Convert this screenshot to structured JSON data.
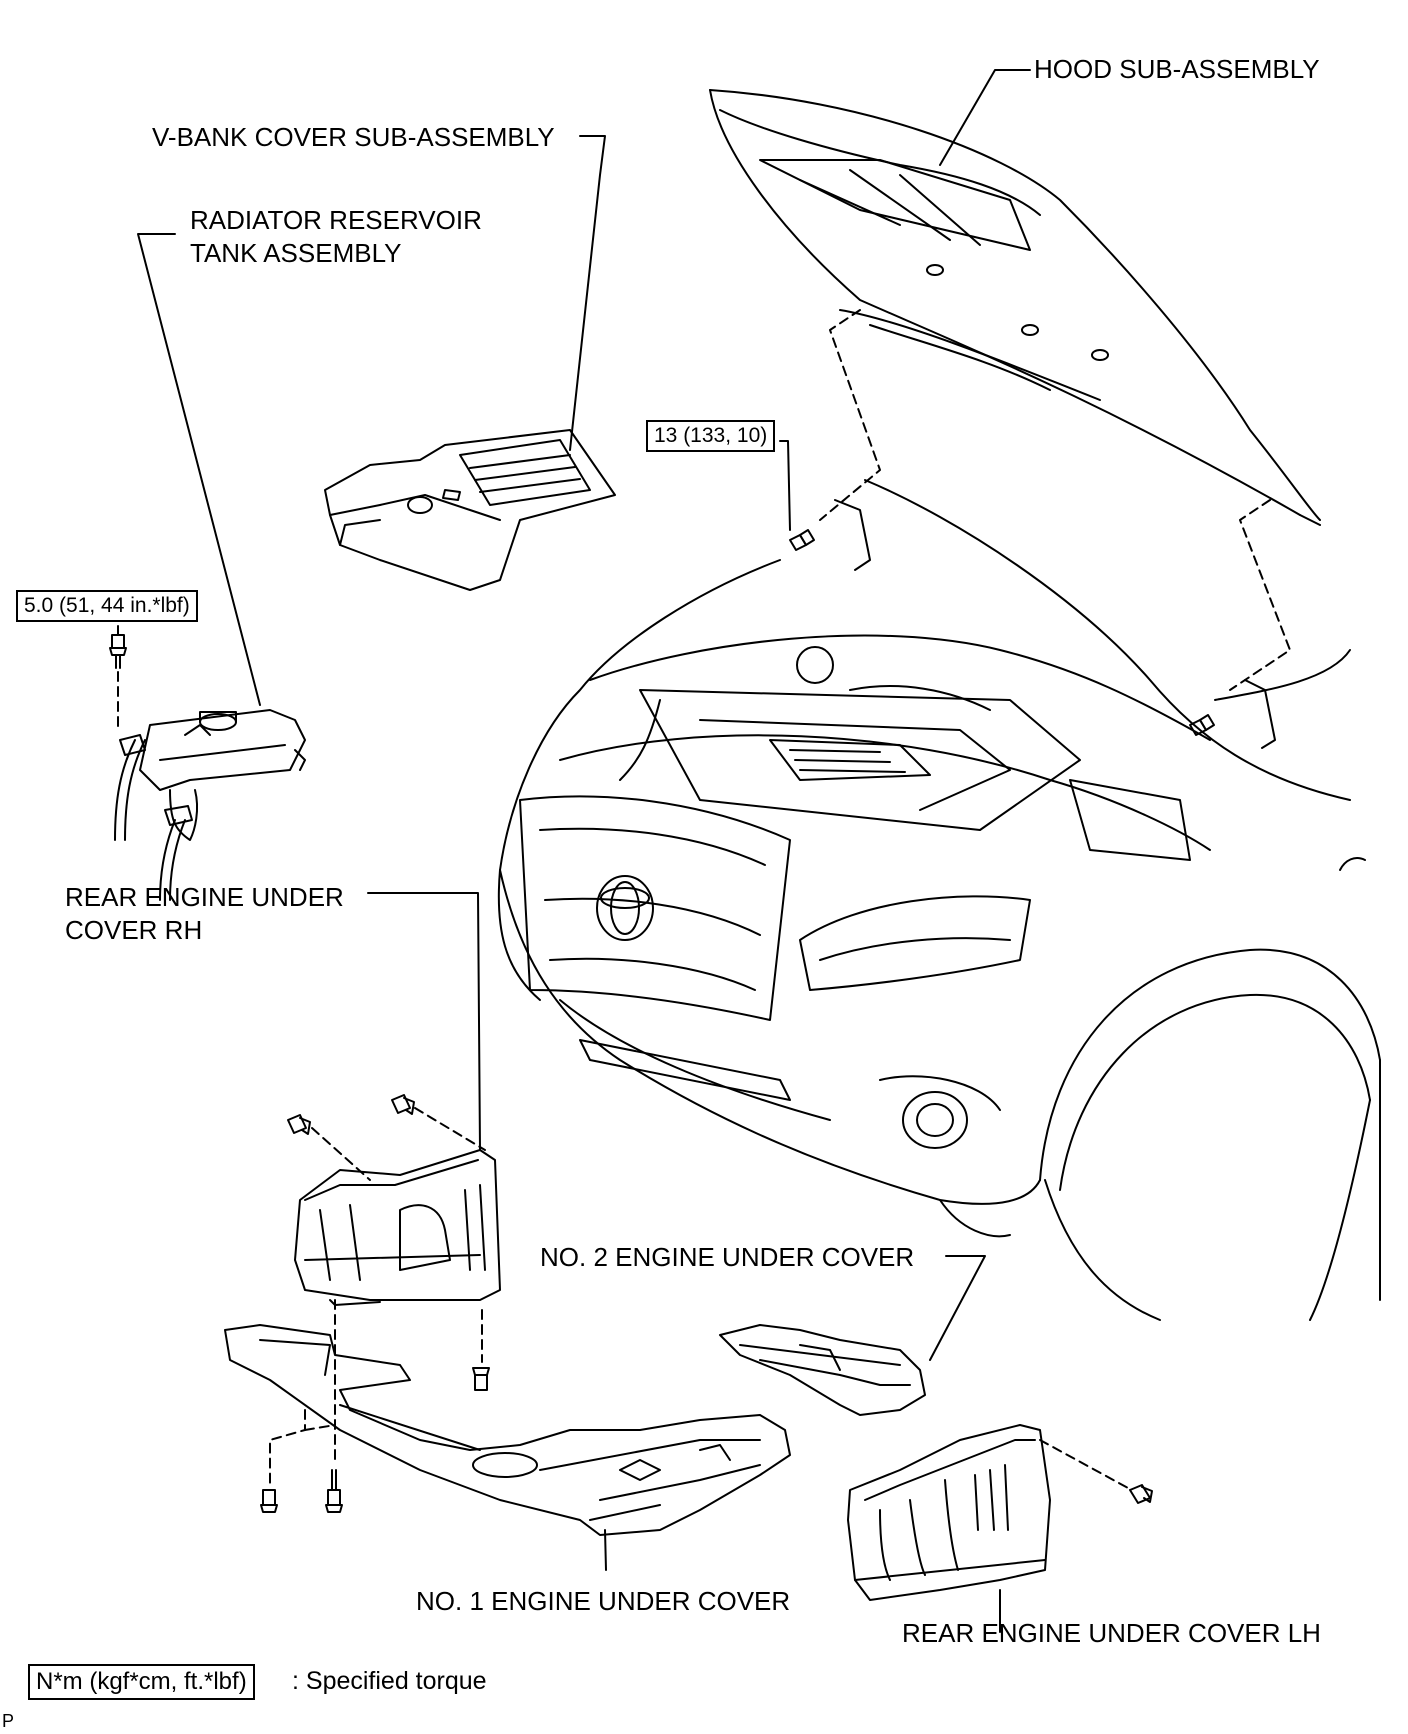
{
  "labels": {
    "hood": "HOOD SUB-ASSEMBLY",
    "vbank": "V-BANK COVER SUB-ASSEMBLY",
    "radiator_line1": "RADIATOR RESERVOIR",
    "radiator_line2": "TANK ASSEMBLY",
    "rear_rh_line1": "REAR ENGINE UNDER",
    "rear_rh_line2": "COVER RH",
    "no2": "NO. 2 ENGINE UNDER COVER",
    "no1": "NO. 1 ENGINE UNDER COVER",
    "rear_lh": "REAR ENGINE UNDER COVER LH"
  },
  "torques": {
    "hood_bolt": "13 (133, 10)",
    "reservoir_bolt": "5.0 (51, 44 in.*lbf)"
  },
  "legend": {
    "unit": "N*m (kgf*cm, ft.*lbf)",
    "meaning": ": Specified torque"
  },
  "footer_code": "P"
}
